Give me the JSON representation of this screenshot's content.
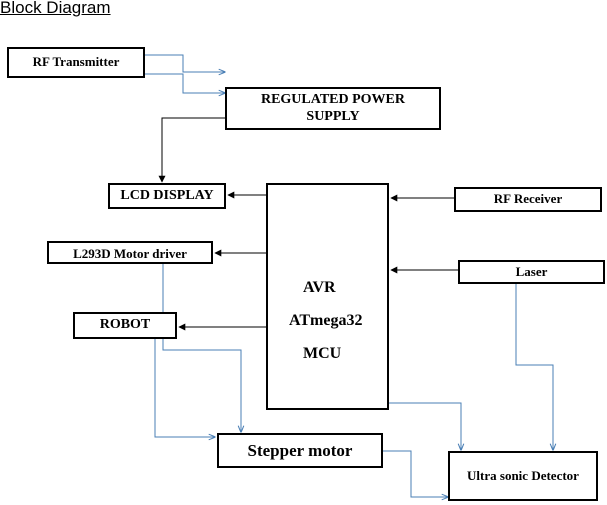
{
  "title": "Block Diagram",
  "blocks": {
    "rf_transmitter": "RF Transmitter",
    "regulated_power_supply": "REGULATED POWER\nSUPPLY",
    "lcd_display": "LCD DISPLAY",
    "motor_driver": "L293D Motor driver",
    "robot": "ROBOT",
    "stepper_motor": "Stepper motor",
    "rf_receiver": "RF Receiver",
    "laser": "Laser",
    "ultrasonic_detector": "Ultra sonic Detector",
    "mcu": {
      "line1": "AVR",
      "line2": "ATmega32",
      "line3": "MCU"
    }
  },
  "colors": {
    "blue_wire": "#4a7fb5",
    "black_wire": "#000000"
  }
}
